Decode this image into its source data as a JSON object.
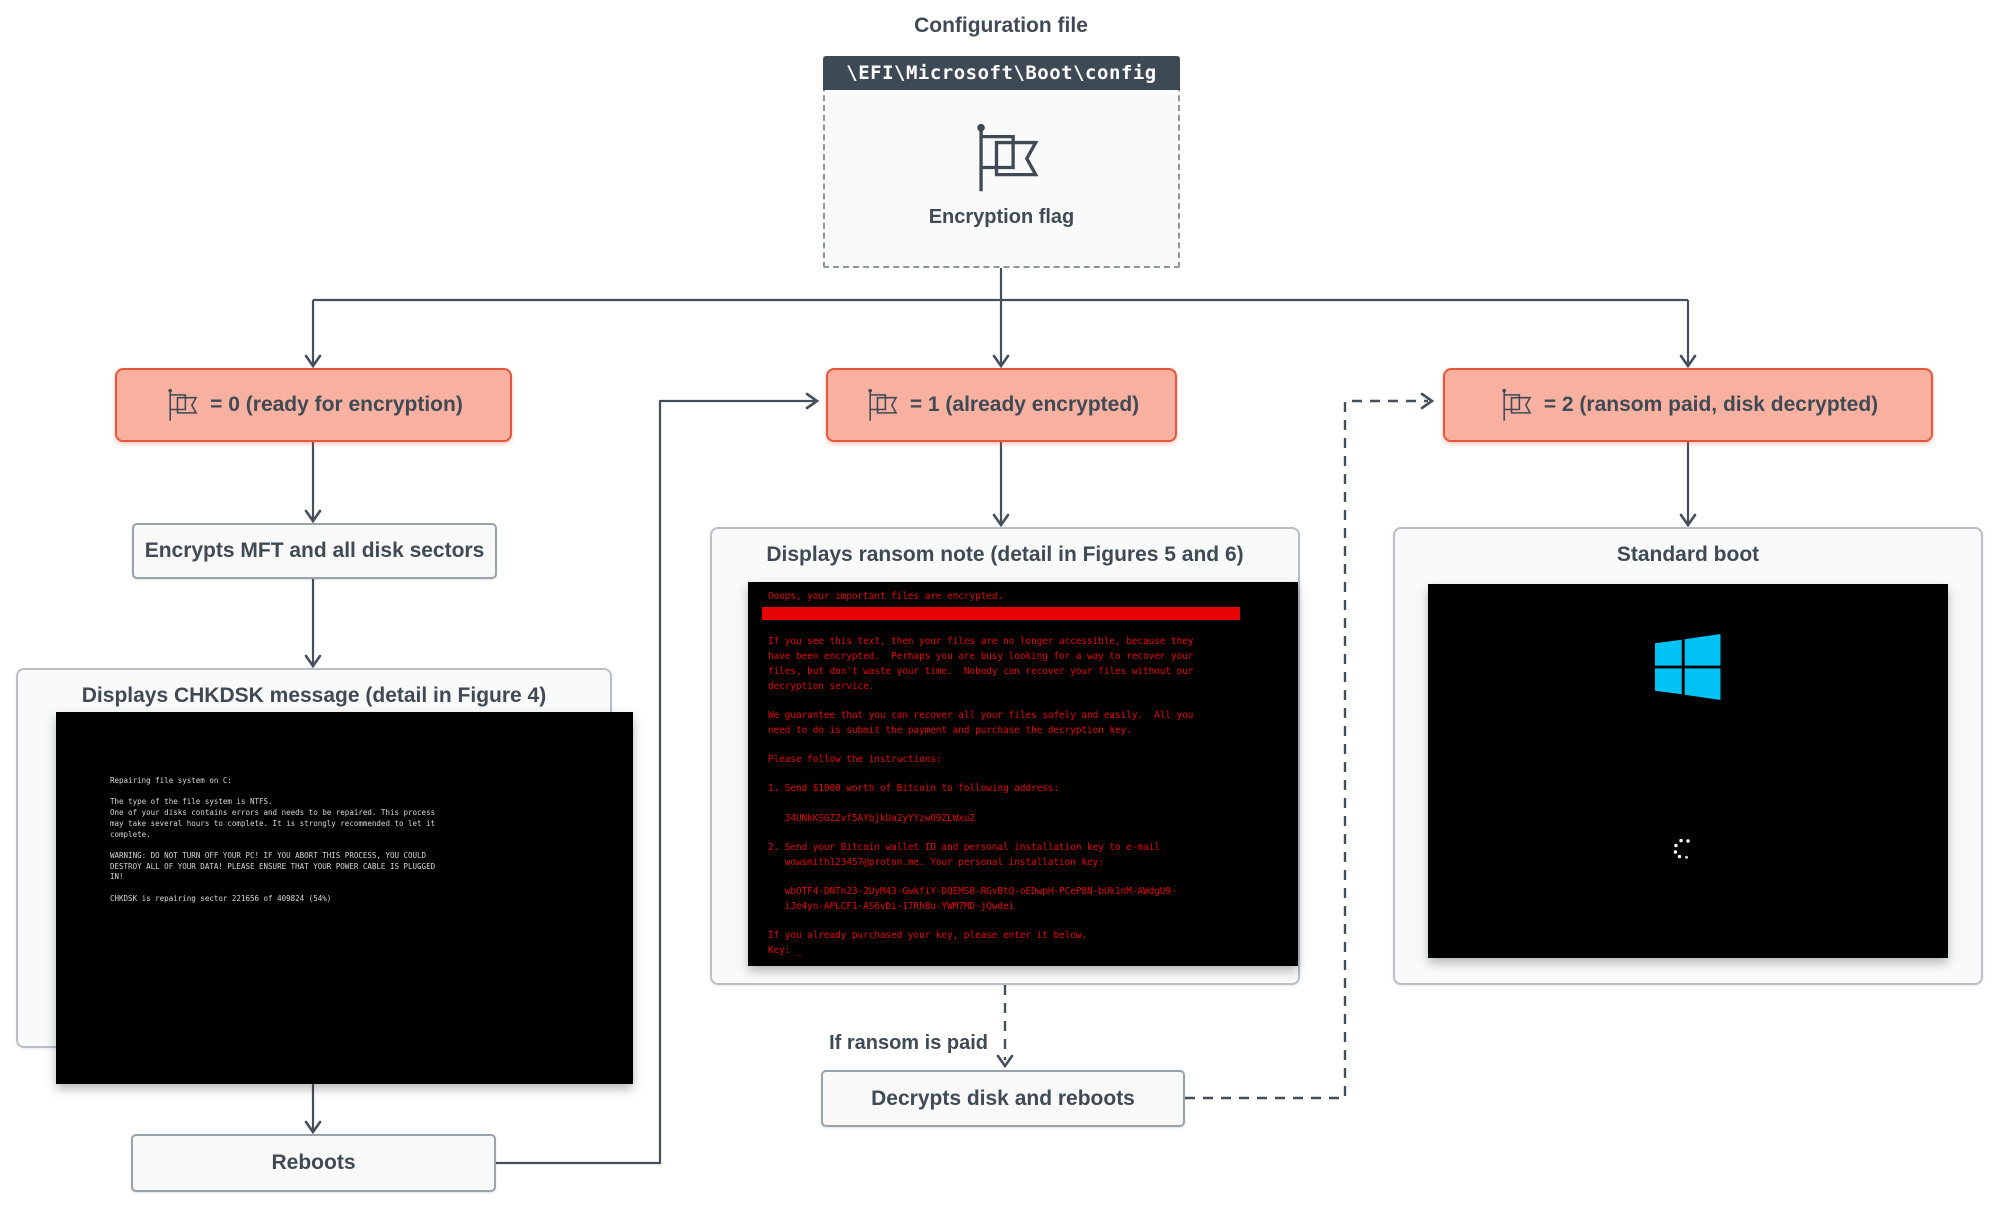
{
  "config": {
    "title": "Configuration file",
    "path": "\\EFI\\Microsoft\\Boot\\config",
    "flag_label": "Encryption flag"
  },
  "conditions": {
    "flag0": "= 0 (ready for encryption)",
    "flag1": "= 1 (already encrypted)",
    "flag2": "= 2 (ransom paid, disk decrypted)"
  },
  "left_branch": {
    "encrypts": "Encrypts MFT and all disk sectors",
    "chkdsk_title": "Displays CHKDSK message (detail in Figure 4)",
    "chkdsk_lines": [
      "Repairing file system on C:",
      "",
      "The type of the file system is NTFS.",
      "One of your disks contains errors and needs to be repaired. This process",
      "may take several hours to complete. It is strongly recommended to let it",
      "complete.",
      "",
      "WARNING: DO NOT TURN OFF YOUR PC! IF YOU ABORT THIS PROCESS, YOU COULD",
      "DESTROY ALL OF YOUR DATA! PLEASE ENSURE THAT YOUR POWER CABLE IS PLUGGED",
      "IN!",
      "",
      "CHKDSK is repairing sector 221656 of 409824 (54%)"
    ],
    "reboots": "Reboots"
  },
  "center_branch": {
    "ransom_title": "Displays ransom note (detail in Figures 5 and 6)",
    "ransom_header": "Ooops, your important files are encrypted.",
    "ransom_lines": [
      "",
      "If you see this text, then your files are no longer accessible, because they",
      "have been encrypted.  Perhaps you are busy looking for a way to recover your",
      "files, but don't waste your time.  Nobody can recover your files without our",
      "decryption service.",
      "",
      "We guarantee that you can recover all your files safely and easily.  All you",
      "need to do is submit the payment and purchase the decryption key.",
      "",
      "Please follow the instructions:",
      "",
      "1. Send $1000 worth of Bitcoin to following address:",
      "",
      "   34UNkKSGZZvf5AYbjkUa2yYYzw09ZLWxu2",
      "",
      "2. Send your Bitcoin wallet ID and personal installation key to e-mail",
      "   wowsmith123457@proton.me. Your personal installation key:",
      "",
      "   wbOTF4-DNTn23-2UyM43-GwkfiY-DQEMSB-RGvBtQ-oEDwpH-PCeP8N-bUk1nM-AWdgU9-",
      "   iJe4yn-APLCF1-AS6vDi-17RhBu-YWM7MD-jQwdei",
      "",
      "If you already purchased your key, please enter it below.",
      "Key: _"
    ],
    "if_paid_label": "If ransom is paid",
    "decrypts": "Decrypts disk and reboots"
  },
  "right_branch": {
    "standard_boot": "Standard boot"
  },
  "colors": {
    "ink": "#3f4a54",
    "line": "#46505b",
    "flag-fill": "#f8b1a1",
    "flag-border": "#e4573c",
    "header-bg": "#3e4956",
    "ransom-red": "#e60505",
    "windows-blue": "#00c3f4",
    "chkdsk-text": "#d6d6d6"
  }
}
